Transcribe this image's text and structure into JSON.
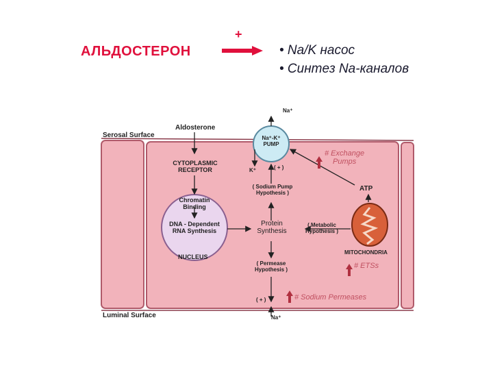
{
  "title": "АЛЬДОСТЕРОН",
  "arrow_sign": "+",
  "effects": [
    "• Na/K насос",
    "• Синтез Na-каналов"
  ],
  "diagram": {
    "serosal_surface": "Serosal  Surface",
    "luminal_surface": "Luminal  Surface",
    "aldosterone": "Aldosterone",
    "receptor_line1": "CYTOPLASMIC",
    "receptor_line2": "RECEPTOR",
    "chromatin_line1": "Chromatin",
    "chromatin_line2": "Binding",
    "dna_line1": "DNA - Dependent",
    "dna_line2": "RNA Synthesis",
    "nucleus": "NUCLEUS",
    "pump_line1": "Na⁺-K⁺",
    "pump_line2": "PUMP",
    "na_top": "Na⁺",
    "k_plus": "K⁺",
    "plus_pump": "( + )",
    "sodium_pump_line1": "( Sodium Pump",
    "sodium_pump_line2": "Hypothesis )",
    "exchange_line1": "# Exchange",
    "exchange_line2": "Pumps",
    "atp": "ATP",
    "protein_line1": "Protein",
    "protein_line2": "Synthesis",
    "metabolic_line1": "( Metabolic",
    "metabolic_line2": "Hypothesis )",
    "mitochondria": "MITOCHONDRIA",
    "etss": "# ETSs",
    "permease_line1": "( Permease",
    "permease_line2": "Hypothesis )",
    "plus_bottom": "( + )",
    "sodium_permeases": "# Sodium Permeases",
    "na_bottom": "Na⁺"
  },
  "colors": {
    "title_red": "#e0103c",
    "cell_pink": "#f2b3bb",
    "cell_border": "#b05a6a",
    "nucleus_fill": "#ead6ee",
    "pump_fill": "#cdebf4",
    "mito_fill": "#d8603a"
  }
}
